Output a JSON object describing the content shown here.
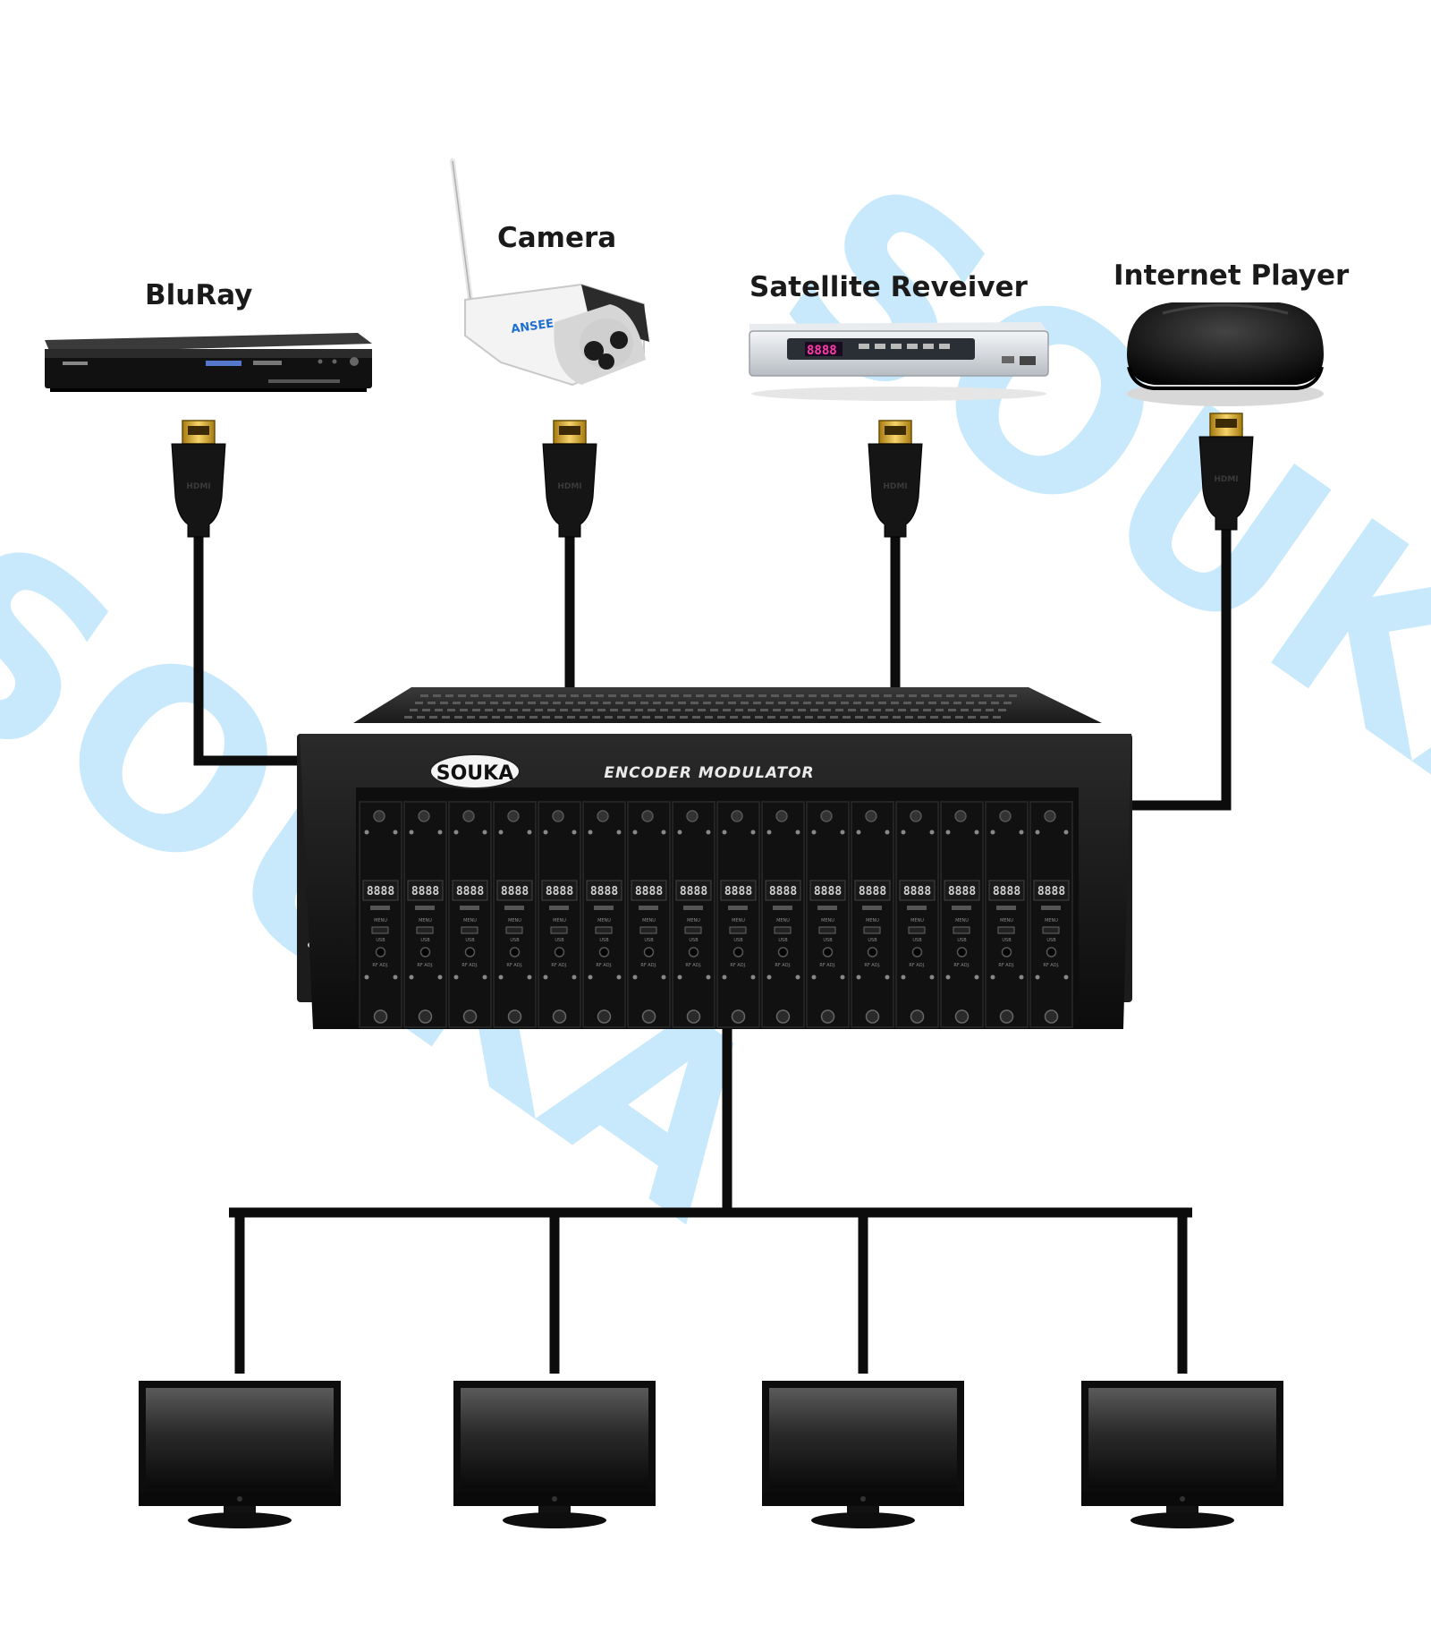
{
  "watermark": "SOUKA",
  "sources": [
    {
      "label": "BluRay",
      "icon": "bluray-player-icon"
    },
    {
      "label": "Camera",
      "icon": "security-camera-icon",
      "brand": "ANSEE"
    },
    {
      "label": "Satellite Reveiver",
      "icon": "satellite-receiver-icon",
      "display": "8888"
    },
    {
      "label": "Internet Player",
      "icon": "internet-player-icon"
    }
  ],
  "device": {
    "brand": "SOUKA",
    "title": "ENCODER MODULATOR",
    "module_count": 16,
    "module_display": "8888",
    "module_labels": {
      "menu": "MENU",
      "usb": "USB",
      "rf": "RF ADJ."
    }
  },
  "cable_label": "HDMI",
  "outputs": [
    {
      "icon": "tv-monitor-icon"
    },
    {
      "icon": "tv-monitor-icon"
    },
    {
      "icon": "tv-monitor-icon"
    },
    {
      "icon": "tv-monitor-icon"
    }
  ],
  "colors": {
    "watermark": "#bfe6fb",
    "cable": "#0c0c0c",
    "chassis": "#111111",
    "text": "#1a1a1a"
  }
}
